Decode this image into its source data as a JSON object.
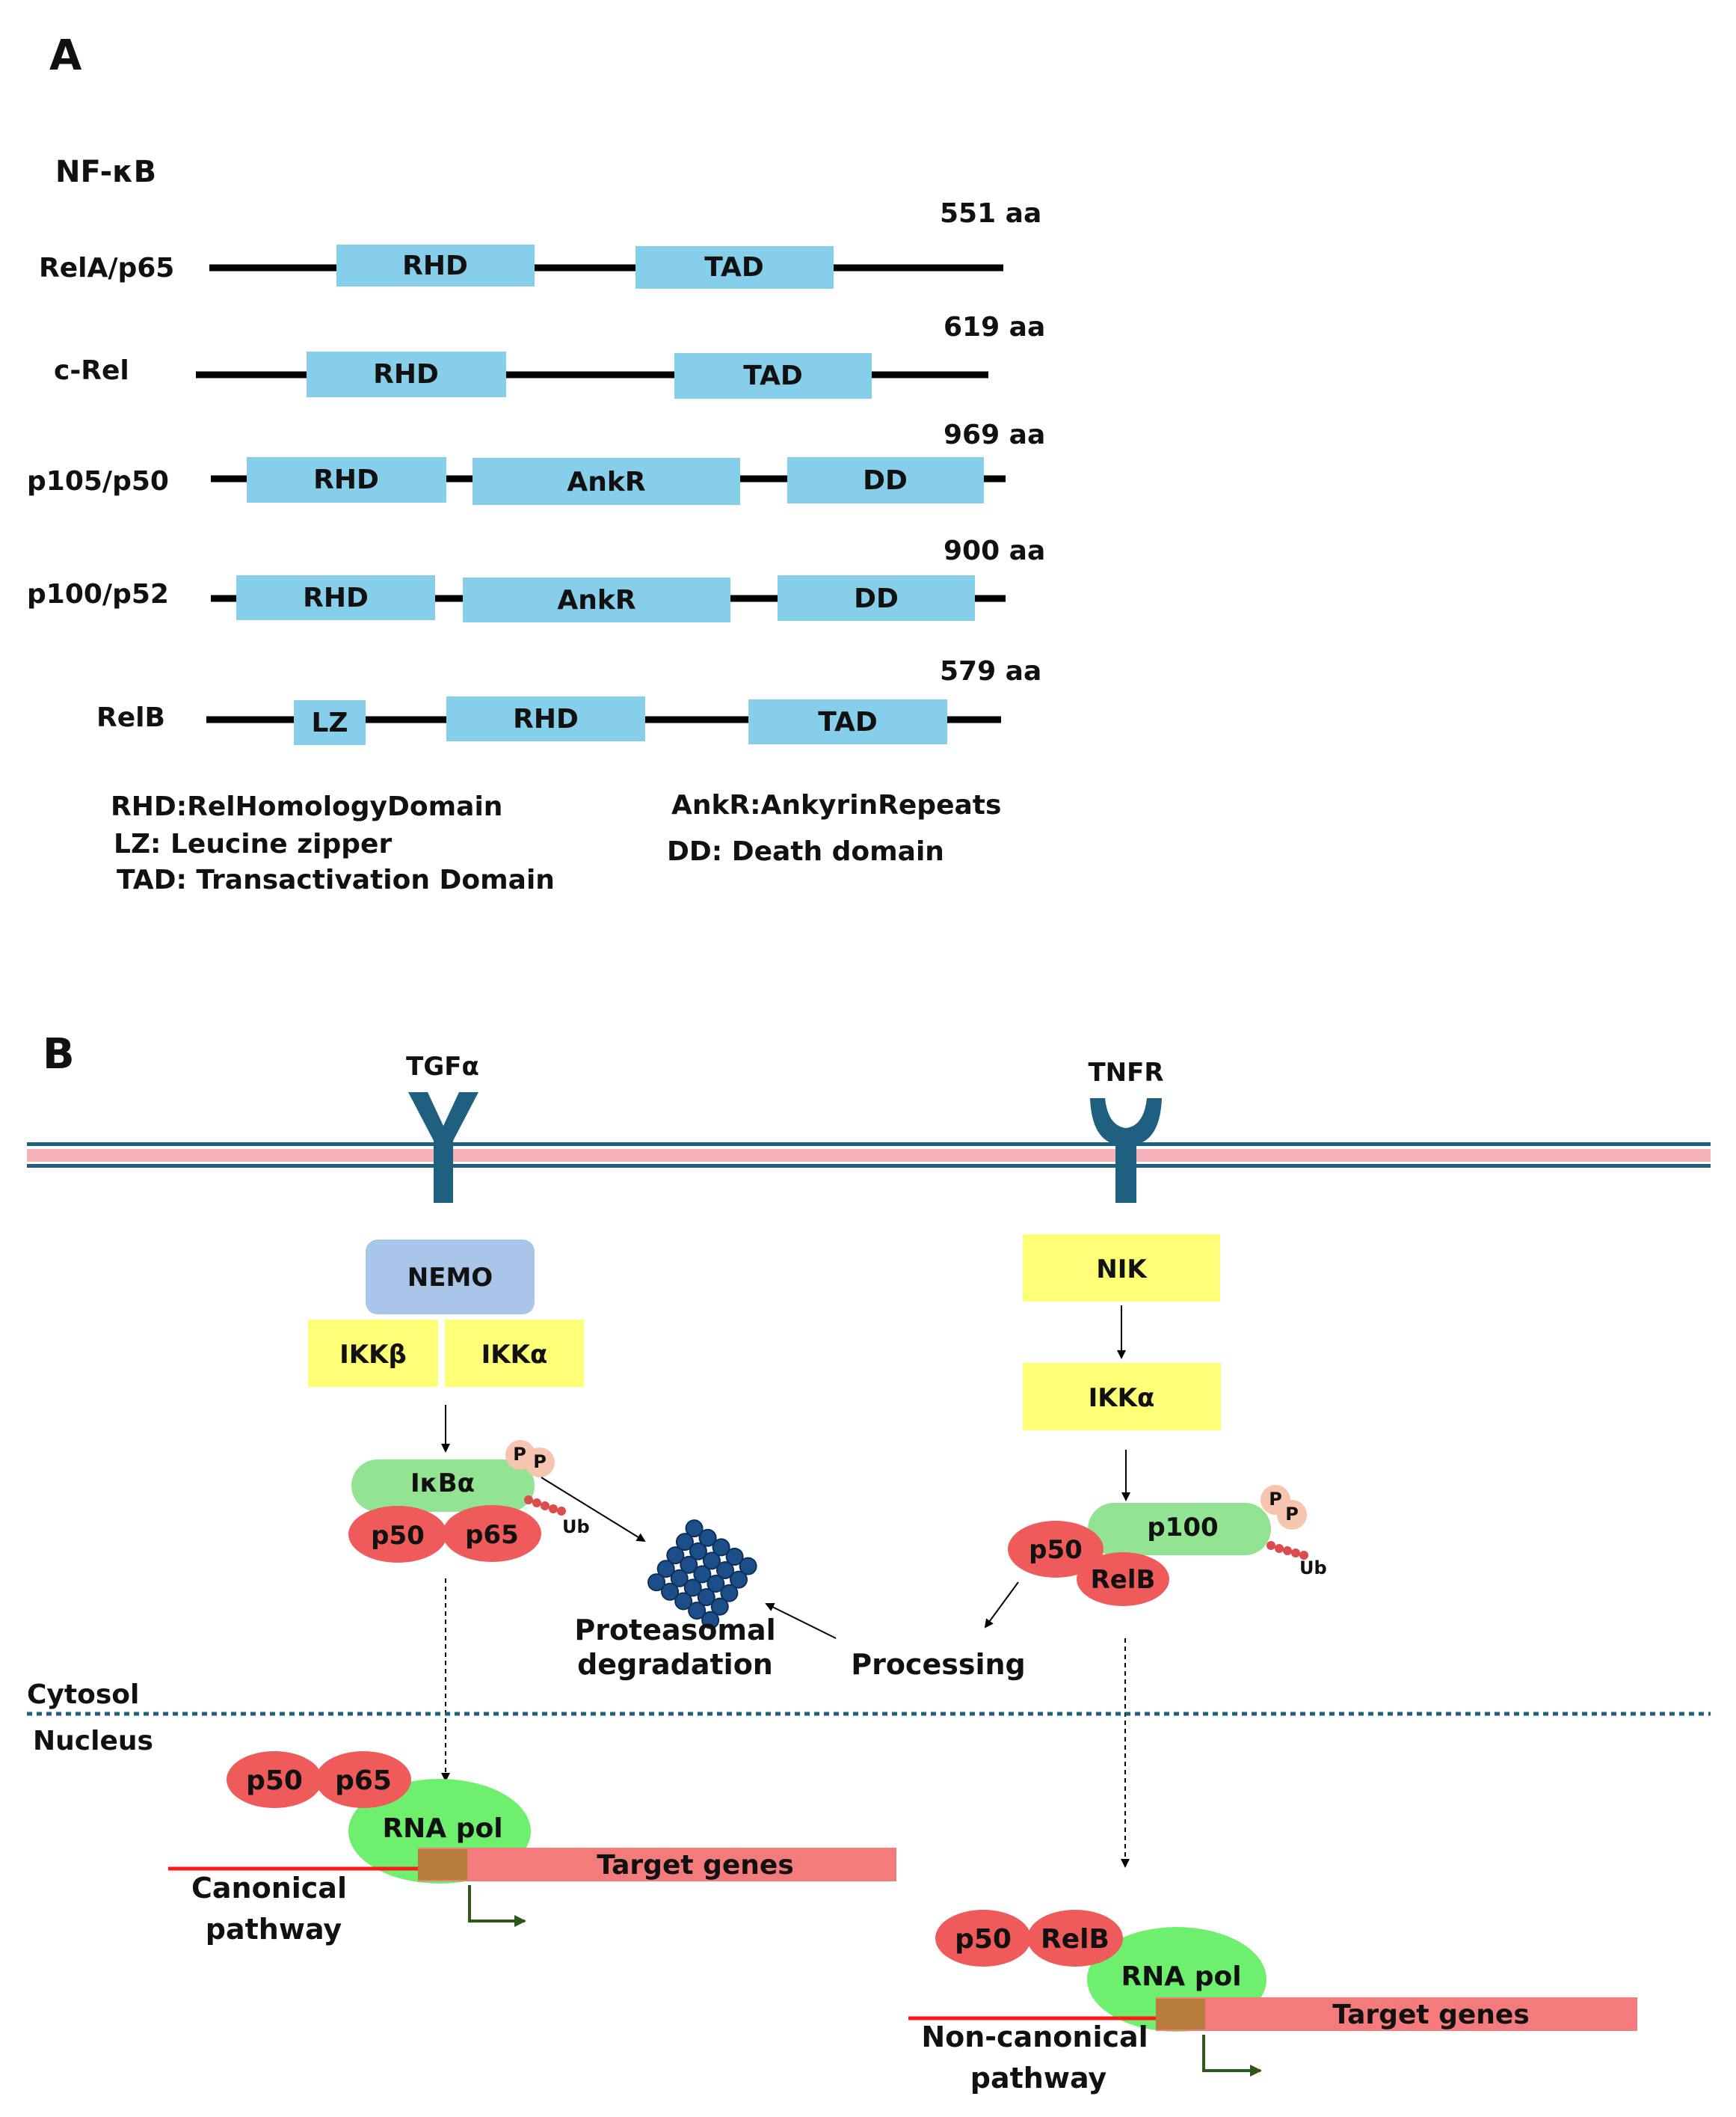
{
  "panel_a": {
    "letter": "A",
    "title": "NF-κB",
    "proteins": [
      {
        "name": "RelA/p65",
        "length": "551 aa",
        "domains": [
          "RHD",
          "TAD"
        ]
      },
      {
        "name": "c-Rel",
        "length": "619 aa",
        "domains": [
          "RHD",
          "TAD"
        ]
      },
      {
        "name": "p105/p50",
        "length": "969 aa",
        "domains": [
          "RHD",
          "AnkR",
          "DD"
        ]
      },
      {
        "name": "p100/p52",
        "length": "900 aa",
        "domains": [
          "RHD",
          "AnkR",
          "DD"
        ]
      },
      {
        "name": "RelB",
        "length": "579 aa",
        "domains": [
          "LZ",
          "RHD",
          "TAD"
        ]
      }
    ],
    "legend": {
      "rhd": "RHD:RelHomologyDomain",
      "lz": "LZ: Leucine zipper",
      "tad": "TAD: Transactivation Domain",
      "ankr": "AnkR:AnkyrinRepeats",
      "dd": "DD: Death domain"
    }
  },
  "panel_b": {
    "letter": "B",
    "receptor_left": "TGFα",
    "receptor_right": "TNFR",
    "nemo": "NEMO",
    "ikkb": "IKKβ",
    "ikka_left": "IKKα",
    "nik": "NIK",
    "ikka_right": "IKKα",
    "ikba": "IκBα",
    "p50": "p50",
    "p65": "p65",
    "p100": "p100",
    "relb": "RelB",
    "phospho": "P",
    "ub": "Ub",
    "proteasomal_line1": "Proteasomal",
    "proteasomal_line2": "degradation",
    "processing": "Processing",
    "cytosol": "Cytosol",
    "nucleus": "Nucleus",
    "rna_pol": "RNA pol",
    "target_genes": "Target genes",
    "canonical_line1": "Canonical",
    "canonical_line2": "pathway",
    "noncanonical_line1": "Non-canonical",
    "noncanonical_line2": "pathway"
  },
  "colors": {
    "domain": "#87ceeb",
    "kinase": "#ffff77",
    "nemo": "#a9c6e8",
    "red_subunit": "#ef5a5a",
    "green_protein": "#92e492",
    "rna_pol": "#6ef06e",
    "gene_bar": "#f47b7b",
    "promoter": "#b87c3c",
    "membrane_outer": "#1f5f7f",
    "membrane_inner": "#f6b0b8",
    "receptor": "#1f5f7f",
    "proteasome": "#1c4f8a"
  }
}
